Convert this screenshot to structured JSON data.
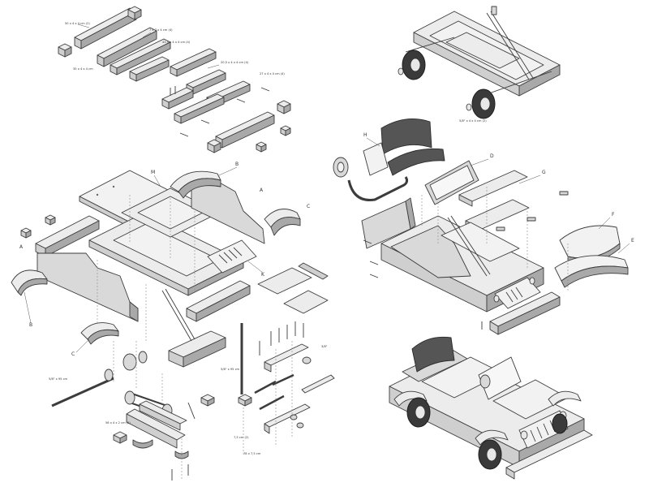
{
  "labels": {
    "A": "A",
    "B": "B",
    "C": "C",
    "D": "D",
    "E": "E",
    "F": "F",
    "G": "G",
    "H": "H",
    "K": "K",
    "M": "M"
  },
  "dimensions": {
    "d1": "50 x 4 x 4 cm (2)",
    "d2": "7 x 7 x 4 cm (4)",
    "d3": "43,5 x 4 x 4 cm (4)",
    "d4": "35 x 4 x 4 cm",
    "d5": "20,5 x 4 x 4 cm (4)",
    "d6": "27 x 4 x 4 cm (4)",
    "d7": "78 x 7,5 cm",
    "d8": "5/8\" x 95 cm",
    "d9": "5/8\" x 95 cm",
    "d10": "3/8\"",
    "d11": "56 x 4 x 2 cm (2)",
    "d12": "7,5 cm (2)",
    "d13": "5/8\" x 4 x 4 cm (2)"
  },
  "colors": {
    "outline": "#3c3c3c",
    "panel_light": "#ececec",
    "panel_mid": "#cfcfcf",
    "panel_dark": "#a9a9a9",
    "tire": "#3a3a3a",
    "background": "#ffffff"
  }
}
